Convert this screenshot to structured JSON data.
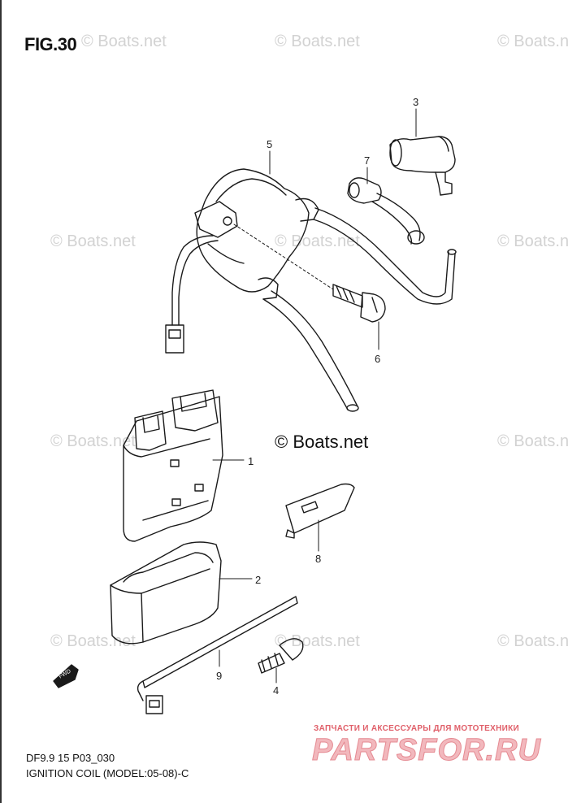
{
  "figure": {
    "label": "FIG.30",
    "model_code": "DF9.9 15 P03_030",
    "caption": "IGNITION COIL (MODEL:05-08)-C"
  },
  "watermark": {
    "text": "© Boats.net",
    "main_text": "© Boats.net"
  },
  "advert": {
    "line1": "ЗАПЧАСТИ И АКСЕССУАРЫ ДЛЯ МОТОТЕХНИКИ",
    "logo": "PARTSFOR.RU"
  },
  "callouts": [
    "1",
    "2",
    "3",
    "4",
    "5",
    "6",
    "7",
    "8",
    "9"
  ],
  "direction_marker": "FWD"
}
